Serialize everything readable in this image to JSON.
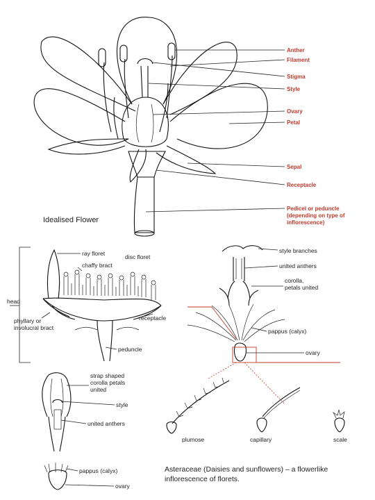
{
  "flower": {
    "caption": "Idealised Flower",
    "labels": {
      "anther": "Anther",
      "filament": "Filament",
      "stigma": "Stigma",
      "style": "Style",
      "ovary": "Ovary",
      "petal": "Petal",
      "sepal": "Sepal",
      "receptacle": "Receptacle",
      "pedicel_1": "Pedicel or peduncle",
      "pedicel_2": "(depending on type of",
      "pedicel_3": "inflorescence)"
    },
    "label_color": "#c0392b"
  },
  "head": {
    "bracket_label": "head",
    "ray_floret": "ray floret",
    "disc_floret": "disc floret",
    "chaffy_bract": "chaffy bract",
    "phyllary_1": "phyllary or",
    "phyllary_2": "involucral bract",
    "receptacle": "receptacle",
    "peduncle": "peduncle"
  },
  "disc_floret": {
    "style_branches": "style branches",
    "united_anthers": "united anthers",
    "corolla_1": "corolla,",
    "corolla_2": "petals united",
    "pappus": "pappus (calyx)",
    "ovary": "ovary"
  },
  "pappus_types": {
    "plumose": "plumose",
    "capillary": "capillary",
    "scale": "scale"
  },
  "ray_floret": {
    "strap_1": "strap shaped",
    "strap_2": "corolla petals",
    "strap_3": "united",
    "style": "style",
    "united_anthers": "united anthers",
    "pappus": "pappus (calyx)",
    "ovary": "ovary"
  },
  "caption": {
    "line1": "Asteraceae (Daisies and sunflowers) – a flowerlike",
    "line2": "inflorescence of florets."
  }
}
